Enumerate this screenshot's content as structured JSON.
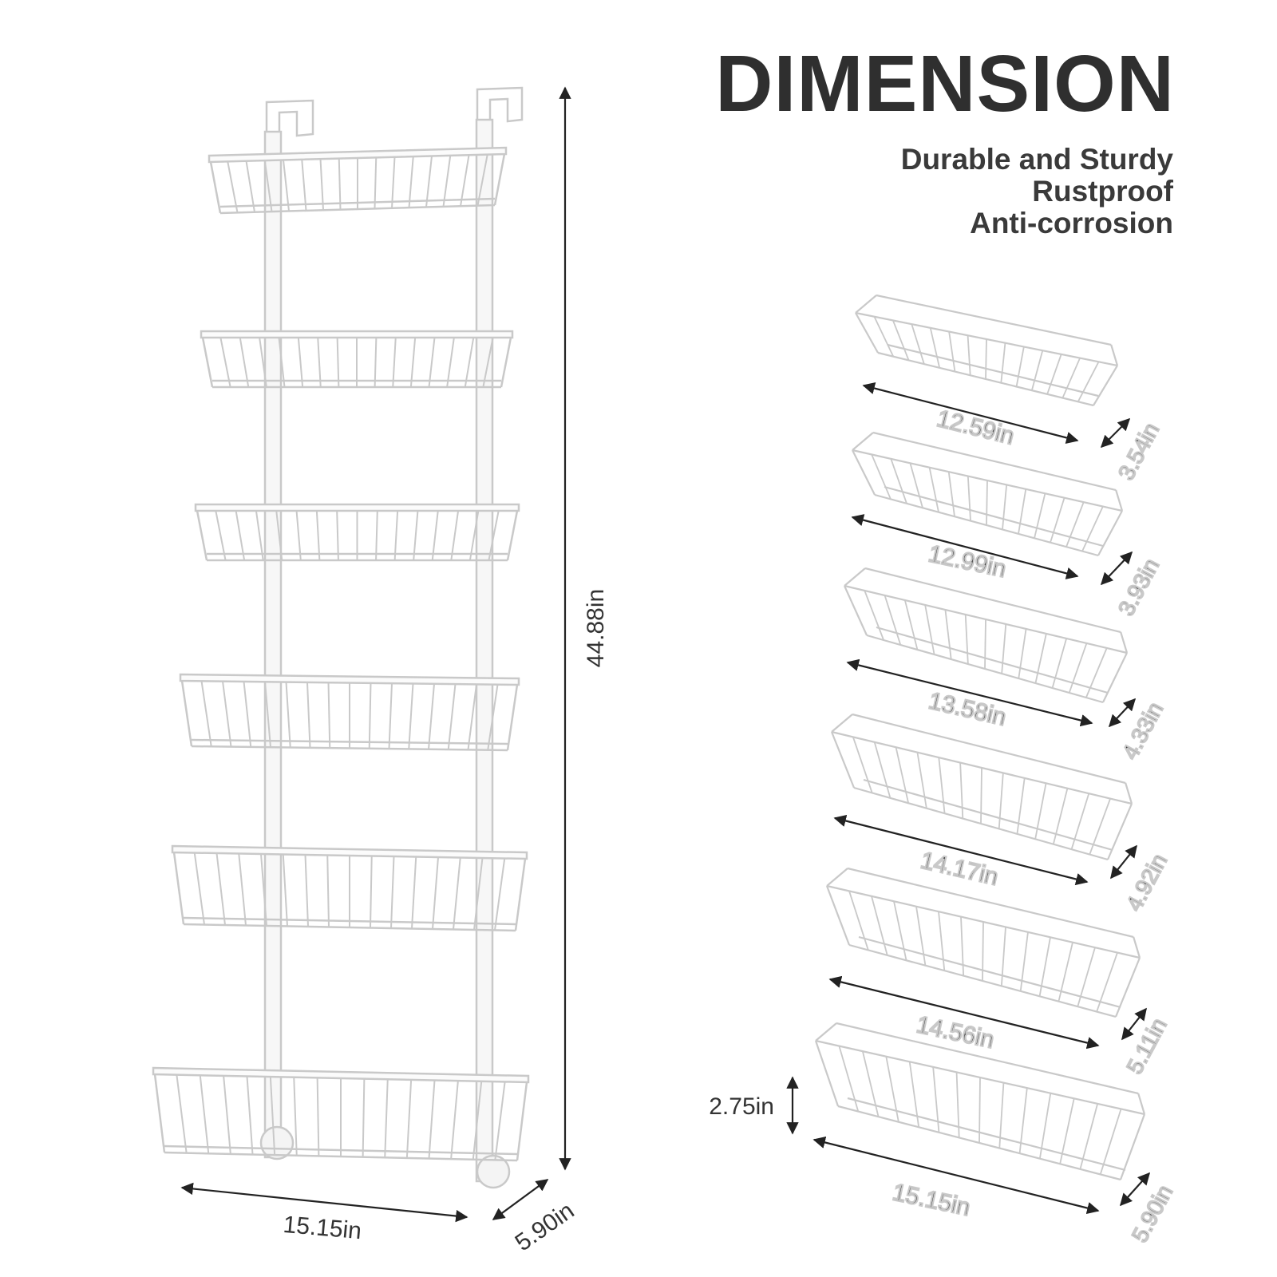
{
  "title": "DIMENSION",
  "features": [
    "Durable and Sturdy",
    "Rustproof",
    "Anti-corrosion"
  ],
  "rack": {
    "height_label": "44.88in",
    "width_label": "15.15in",
    "depth_label": "5.90in",
    "shelf_count": 6
  },
  "baskets": [
    {
      "length": "12.59in",
      "height": "3.54in"
    },
    {
      "length": "12.99in",
      "height": "3.93in"
    },
    {
      "length": "13.58in",
      "height": "4.33in"
    },
    {
      "length": "14.17in",
      "height": "4.92in"
    },
    {
      "length": "14.56in",
      "height": "5.11in"
    },
    {
      "length": "15.15in",
      "height": "5.90in",
      "depth": "2.75in"
    }
  ],
  "colors": {
    "wire": "#c9c9c9",
    "wire_dark": "#b5b5b5",
    "arrow": "#222222",
    "text": "#333333"
  }
}
